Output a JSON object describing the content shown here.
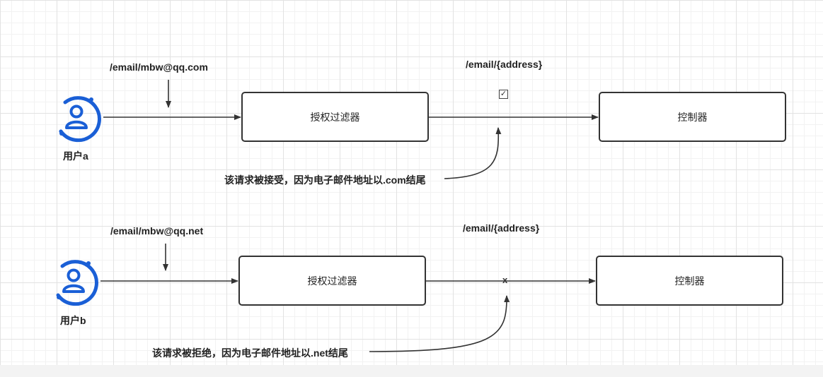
{
  "colors": {
    "user_icon": "#1a5fd6",
    "line": "#333333",
    "box_border": "#333333"
  },
  "scenario_a": {
    "user_label": "用户a",
    "request_url": "/email/mbw@qq.com",
    "route_pattern": "/email/{address}",
    "filter_label": "授权过滤器",
    "controller_label": "控制器",
    "result_icon": "checkbox-checked",
    "note": "该请求被接受，因为电子邮件地址以.com结尾"
  },
  "scenario_b": {
    "user_label": "用户b",
    "request_url": "/email/mbw@qq.net",
    "route_pattern": "/email/{address}",
    "filter_label": "授权过滤器",
    "controller_label": "控制器",
    "result_icon": "cross",
    "result_mark": "x",
    "note": "该请求被拒绝，因为电子邮件地址以.net结尾"
  }
}
